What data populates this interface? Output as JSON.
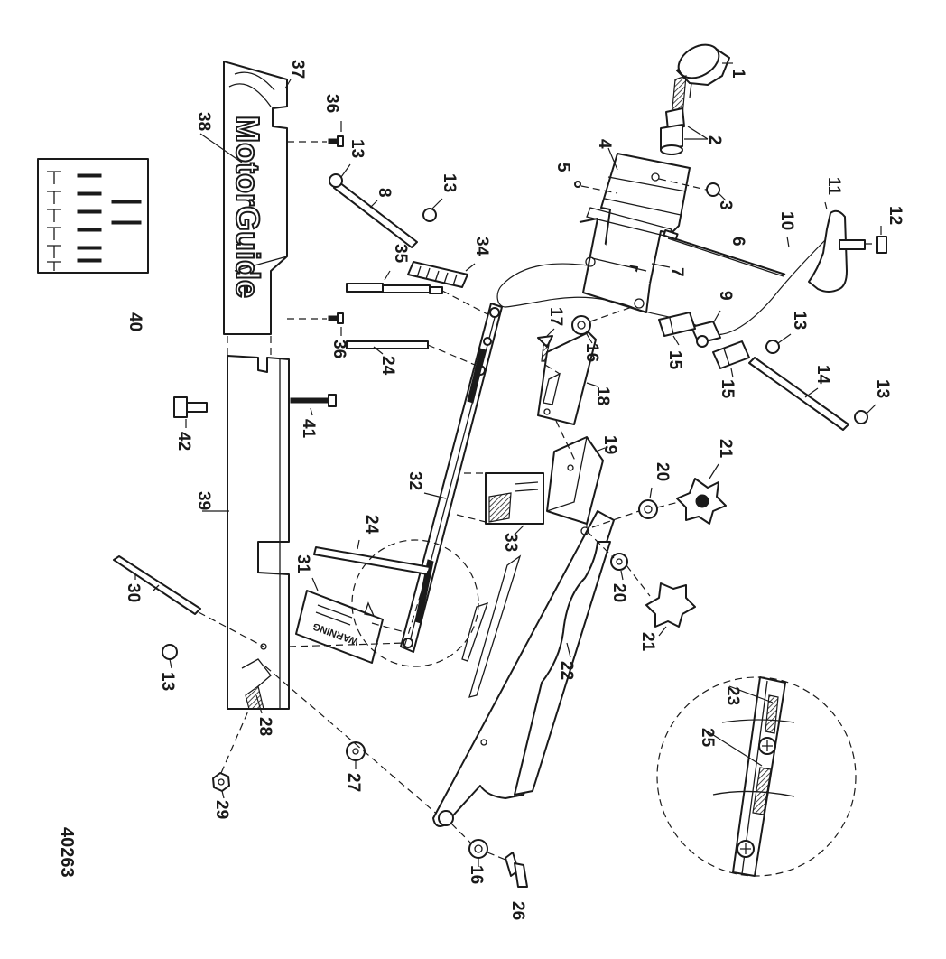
{
  "drawing_number": "40263",
  "brand_text": "MotorGuide",
  "warning_text": "WARNING",
  "callouts": {
    "p1": "1",
    "p2": "2",
    "p3": "3",
    "p4": "4",
    "p5": "5",
    "p6": "6",
    "p7": "7",
    "p8": "8",
    "p9": "9",
    "p10": "10",
    "p11": "11",
    "p12": "12",
    "p13a": "13",
    "p13b": "13",
    "p13c": "13",
    "p13d": "13",
    "p13e": "13",
    "p14": "14",
    "p15a": "15",
    "p15b": "15",
    "p16a": "16",
    "p16b": "16",
    "p17": "17",
    "p18": "18",
    "p19": "19",
    "p20a": "20",
    "p20b": "20",
    "p21a": "21",
    "p21b": "21",
    "p22": "22",
    "p23": "23",
    "p24a": "24",
    "p24b": "24",
    "p25": "25",
    "p26": "26",
    "p27": "27",
    "p28": "28",
    "p29": "29",
    "p30": "30",
    "p31": "31",
    "p32": "32",
    "p33": "33",
    "p34": "34",
    "p35": "35",
    "p36a": "36",
    "p36b": "36",
    "p37": "37",
    "p38": "38",
    "p39": "39",
    "p40": "40",
    "p41": "41",
    "p42": "42"
  }
}
